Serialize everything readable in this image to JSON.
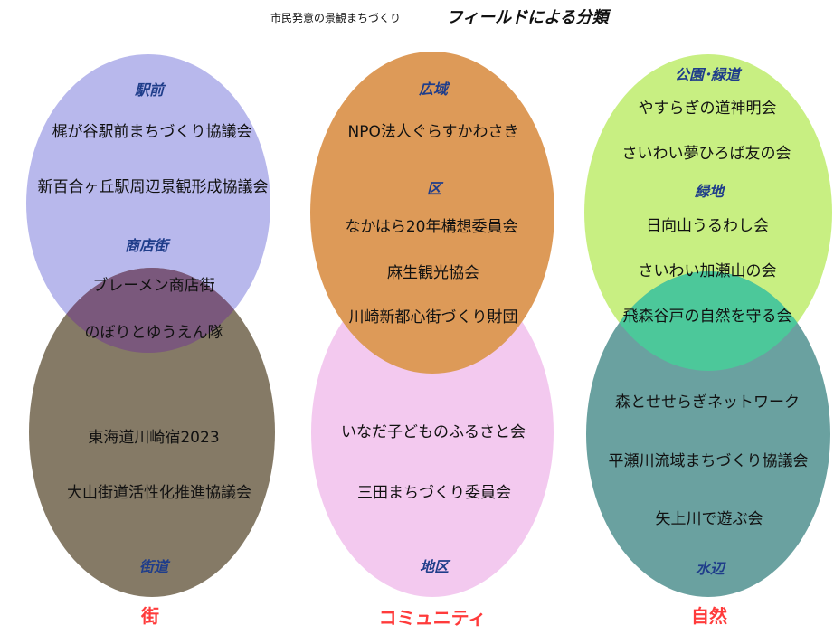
{
  "title": {
    "prefix": "市民発意の景観まちづくり",
    "main": "フィールドによる分類"
  },
  "colors": {
    "ekimae": "#b8b8ec",
    "kaido": "#857a66",
    "overlap_machi": "#7a587c",
    "koiki": "#dd9a58",
    "chiku": "#f3c9ef",
    "green": "#c8ef82",
    "water": "#6aa1a0",
    "overlap_shizen": "#4cc89a",
    "sub_label": "#1f3d8a",
    "field_label": "#ff3b3b"
  },
  "columns": {
    "machi": {
      "field": "街",
      "ekimae": {
        "label": "駅前",
        "items": [
          "梶が谷駅前まちづくり協議会",
          "新百合ヶ丘駅周辺景観形成協議会"
        ]
      },
      "shotengai": {
        "label": "商店街",
        "items": [
          "ブレーメン商店街",
          "のぼりとゆうえん隊"
        ]
      },
      "kaido": {
        "label": "街道",
        "items": [
          "東海道川崎宿2023",
          "大山街道活性化推進協議会"
        ]
      }
    },
    "community": {
      "field": "コミュニティ",
      "koiki": {
        "label": "広域",
        "items": [
          "NPO法人ぐらすかわさき"
        ]
      },
      "ku": {
        "label": "区",
        "items": [
          "なかはら20年構想委員会",
          "麻生観光協会",
          "川崎新都心街づくり財団"
        ]
      },
      "chiku": {
        "label": "地区",
        "items": [
          "いなだ子どものふるさと会",
          "三田まちづくり委員会"
        ]
      }
    },
    "shizen": {
      "field": "自然",
      "park": {
        "label": "公園･緑道",
        "items": [
          "やすらぎの道神明会",
          "さいわい夢ひろば友の会"
        ]
      },
      "ryokuchi": {
        "label": "緑地",
        "items": [
          "日向山うるわし会",
          "さいわい加瀬山の会",
          "飛森谷戸の自然を守る会"
        ]
      },
      "water": {
        "label": "水辺",
        "items": [
          "森とせせらぎネットワーク",
          "平瀬川流域まちづくり協議会",
          "矢上川で遊ぶ会"
        ]
      }
    }
  }
}
